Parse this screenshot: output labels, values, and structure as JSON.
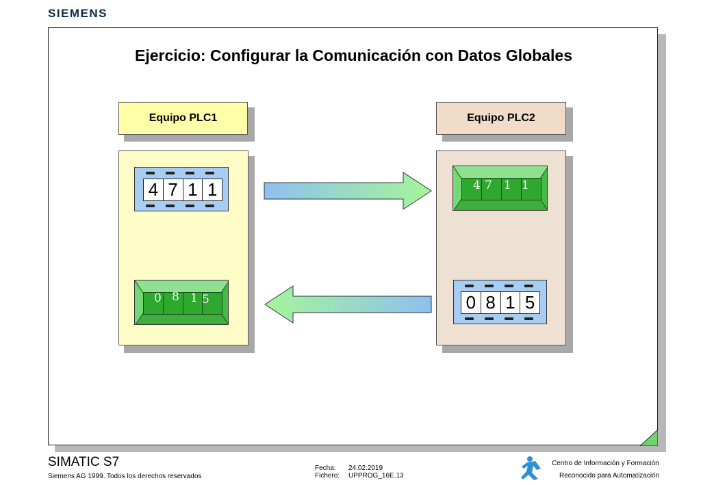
{
  "brand": "SIEMENS",
  "slide": {
    "title": "Ejercicio: Configurar la Comunicación con Datos Globales",
    "plc1": {
      "label": "Equipo PLC1",
      "send_digits": [
        "4",
        "7",
        "1",
        "1"
      ],
      "recv_digits": [
        "0",
        "8",
        "1",
        "5"
      ],
      "color": "#ffffa8"
    },
    "plc2": {
      "label": "Equipo PLC2",
      "recv_digits": [
        "4",
        "7",
        "1",
        "1"
      ],
      "send_digits": [
        "0",
        "8",
        "1",
        "5"
      ],
      "color": "#f0dcc8"
    },
    "colors": {
      "panel1": "#fffcc8",
      "panel2": "#efe0d4",
      "memory": "#a8cdf2",
      "received": "#5fcc5f",
      "arrow_start": "#8ec0f0",
      "arrow_end": "#a6f59a"
    }
  },
  "footer": {
    "product": "SIMATIC S7",
    "copyright": "Siemens AG 1999. Todos los derechos reservados",
    "fecha_label": "Fecha:",
    "fecha_value": "24.02.2019",
    "fichero_label": "Fichero:",
    "fichero_value": "UPPROG_16E.13",
    "org_line1": "Centro de Información y Formación",
    "org_line2": "Reconocido para Automatización"
  }
}
